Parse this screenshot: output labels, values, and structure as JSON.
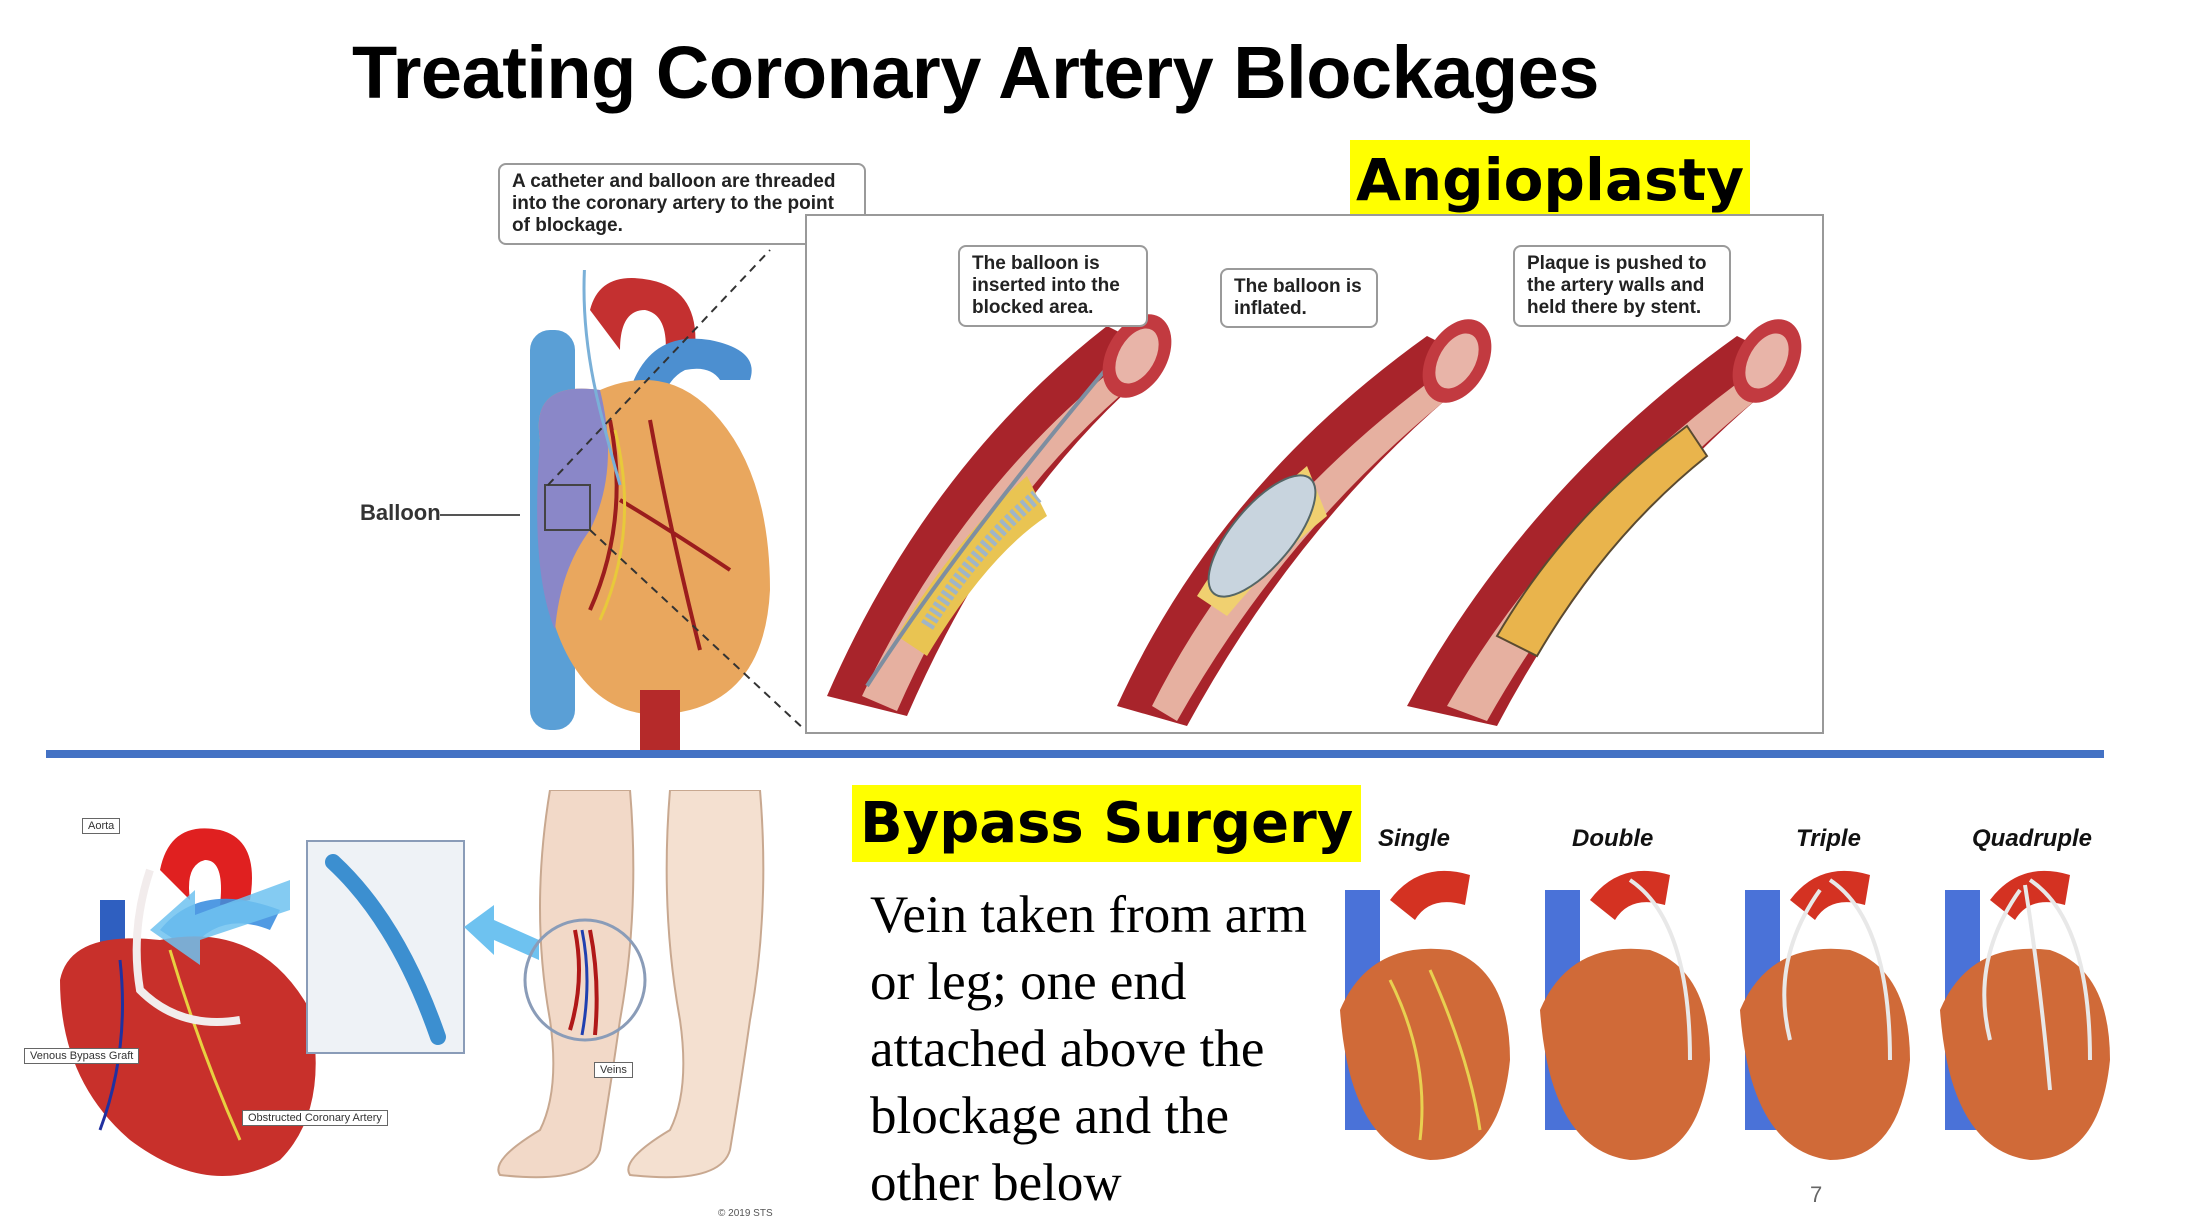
{
  "title": "Treating Coronary Artery Blockages",
  "angioplasty": {
    "heading": "Angioplasty",
    "callout_main": "A catheter and balloon are threaded into the coronary artery to the point of blockage.",
    "balloon_label": "Balloon",
    "steps": [
      {
        "text": "The balloon is inserted into the blocked area."
      },
      {
        "text": "The balloon is inflated."
      },
      {
        "text": "Plaque is pushed to the artery walls and held there by stent."
      }
    ]
  },
  "bypass": {
    "heading": "Bypass Surgery",
    "description": "Vein taken from arm or leg; one end attached above the blockage and the other below",
    "labels": {
      "aorta": "Aorta",
      "graft": "Venous Bypass Graft",
      "obstructed": "Obstructed Coronary Artery",
      "veins": "Veins"
    },
    "types": [
      "Single",
      "Double",
      "Triple",
      "Quadruple"
    ],
    "copyright": "© 2019 STS"
  },
  "page_number": "7",
  "colors": {
    "divider": "#4472c4",
    "highlight": "#ffff00",
    "artery_red": "#b8262c",
    "vein_blue": "#3f8fd0",
    "heart_tan": "#e8a860"
  }
}
